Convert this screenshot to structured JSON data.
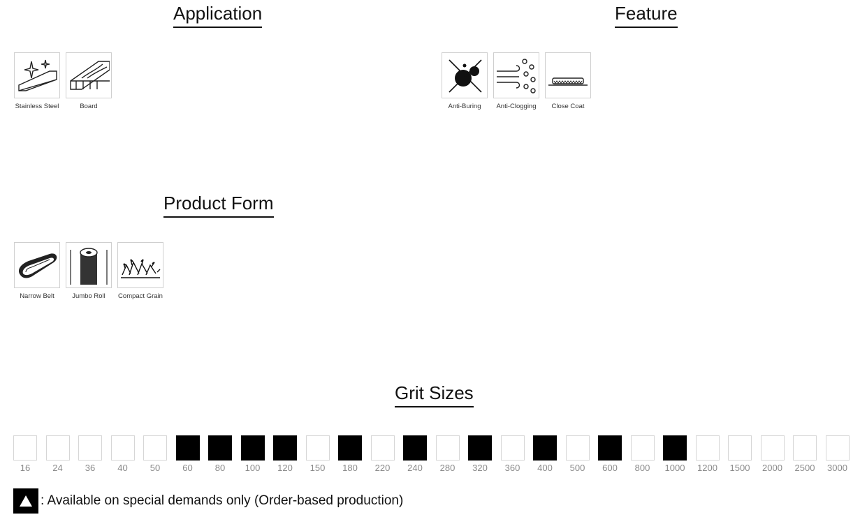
{
  "application": {
    "title": "Application",
    "items": [
      {
        "label": "Stainless Steel",
        "icon": "stainless-steel-icon"
      },
      {
        "label": "Board",
        "icon": "board-icon"
      }
    ]
  },
  "feature": {
    "title": "Feature",
    "items": [
      {
        "label": "Anti-Buring",
        "icon": "anti-burning-icon"
      },
      {
        "label": "Anti-Clogging",
        "icon": "anti-clogging-icon"
      },
      {
        "label": "Close Coat",
        "icon": "close-coat-icon"
      }
    ]
  },
  "product_form": {
    "title": "Product Form",
    "items": [
      {
        "label": "Narrow Belt",
        "icon": "narrow-belt-icon"
      },
      {
        "label": "Jumbo Roll",
        "icon": "jumbo-roll-icon"
      },
      {
        "label": "Compact Grain",
        "icon": "compact-grain-icon"
      }
    ]
  },
  "grit_sizes": {
    "title": "Grit Sizes",
    "items": [
      {
        "label": "16",
        "available": false
      },
      {
        "label": "24",
        "available": false
      },
      {
        "label": "36",
        "available": false
      },
      {
        "label": "40",
        "available": false
      },
      {
        "label": "50",
        "available": false
      },
      {
        "label": "60",
        "available": true
      },
      {
        "label": "80",
        "available": true
      },
      {
        "label": "100",
        "available": true
      },
      {
        "label": "120",
        "available": true
      },
      {
        "label": "150",
        "available": false
      },
      {
        "label": "180",
        "available": true
      },
      {
        "label": "220",
        "available": false
      },
      {
        "label": "240",
        "available": true
      },
      {
        "label": "280",
        "available": false
      },
      {
        "label": "320",
        "available": true
      },
      {
        "label": "360",
        "available": false
      },
      {
        "label": "400",
        "available": true
      },
      {
        "label": "500",
        "available": false
      },
      {
        "label": "600",
        "available": true
      },
      {
        "label": "800",
        "available": false
      },
      {
        "label": "1000",
        "available": true
      },
      {
        "label": "1200",
        "available": false
      },
      {
        "label": "1500",
        "available": false
      },
      {
        "label": "2000",
        "available": false
      },
      {
        "label": "2500",
        "available": false
      },
      {
        "label": "3000",
        "available": false
      }
    ]
  },
  "legend": {
    "icon": "triangle-up-icon",
    "text": ": Available on special demands only (Order-based production)"
  },
  "colors": {
    "available": "#000000",
    "unavailable_border": "#d6d6d6",
    "label_gray": "#8a8a8a"
  }
}
